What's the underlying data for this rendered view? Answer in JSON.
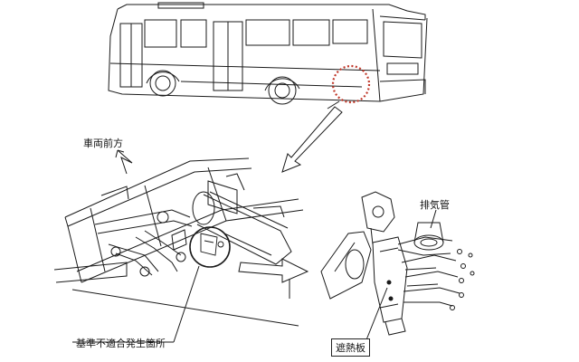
{
  "labels": {
    "front_direction": "車両前方",
    "exhaust_pipe": "排気管",
    "nonconformity_location": "基準不適合発生箇所",
    "heat_shield": "遮熱板"
  },
  "colors": {
    "line": "#1a1a1a",
    "highlight_circle": "#c0392b",
    "background": "#ffffff"
  }
}
